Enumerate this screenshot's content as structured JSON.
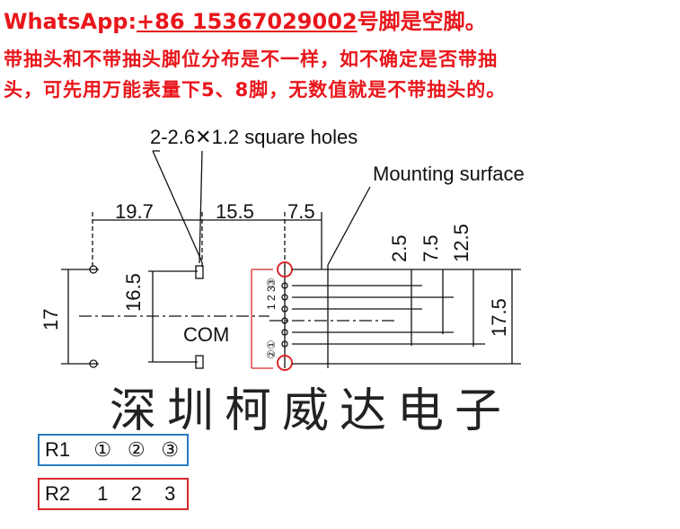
{
  "header": {
    "whatsapp_label": "WhatsApp:",
    "phone": "+86 15367029002",
    "line1_tail": "号脚是空脚。",
    "line2": "带抽头和不带抽头脚位分布是不一样，如不确定是否带抽",
    "line3": "头，可先用万能表量下5、8脚，无数值就是不带抽头的。"
  },
  "drawing": {
    "hole_label": "2-2.6✕1.2 square holes",
    "mounting_label": "Mounting surface",
    "dim_19_7": "19.7",
    "dim_15_5": "15.5",
    "dim_7_5_top": "7.5",
    "dim_17_left": "17",
    "dim_16_5": "16.5",
    "dim_2_5": "2.5",
    "dim_7_5_right": "7.5",
    "dim_12_5": "12.5",
    "dim_17_5": "17.5",
    "com_label": "COM",
    "pin_labels_upper": "1 2 3",
    "pin_labels_upper_circled": "③",
    "pin_labels_lower": "②①"
  },
  "watermark": "深圳柯威达电子",
  "legend": {
    "r1": {
      "label": "R1",
      "pins": [
        "①",
        "②",
        "③"
      ]
    },
    "r2": {
      "label": "R2",
      "pins": [
        "1",
        "2",
        "3"
      ]
    }
  },
  "colors": {
    "red_text": "#e8161b",
    "r1_border": "#2a7bc4",
    "r2_border": "#d8282b"
  }
}
